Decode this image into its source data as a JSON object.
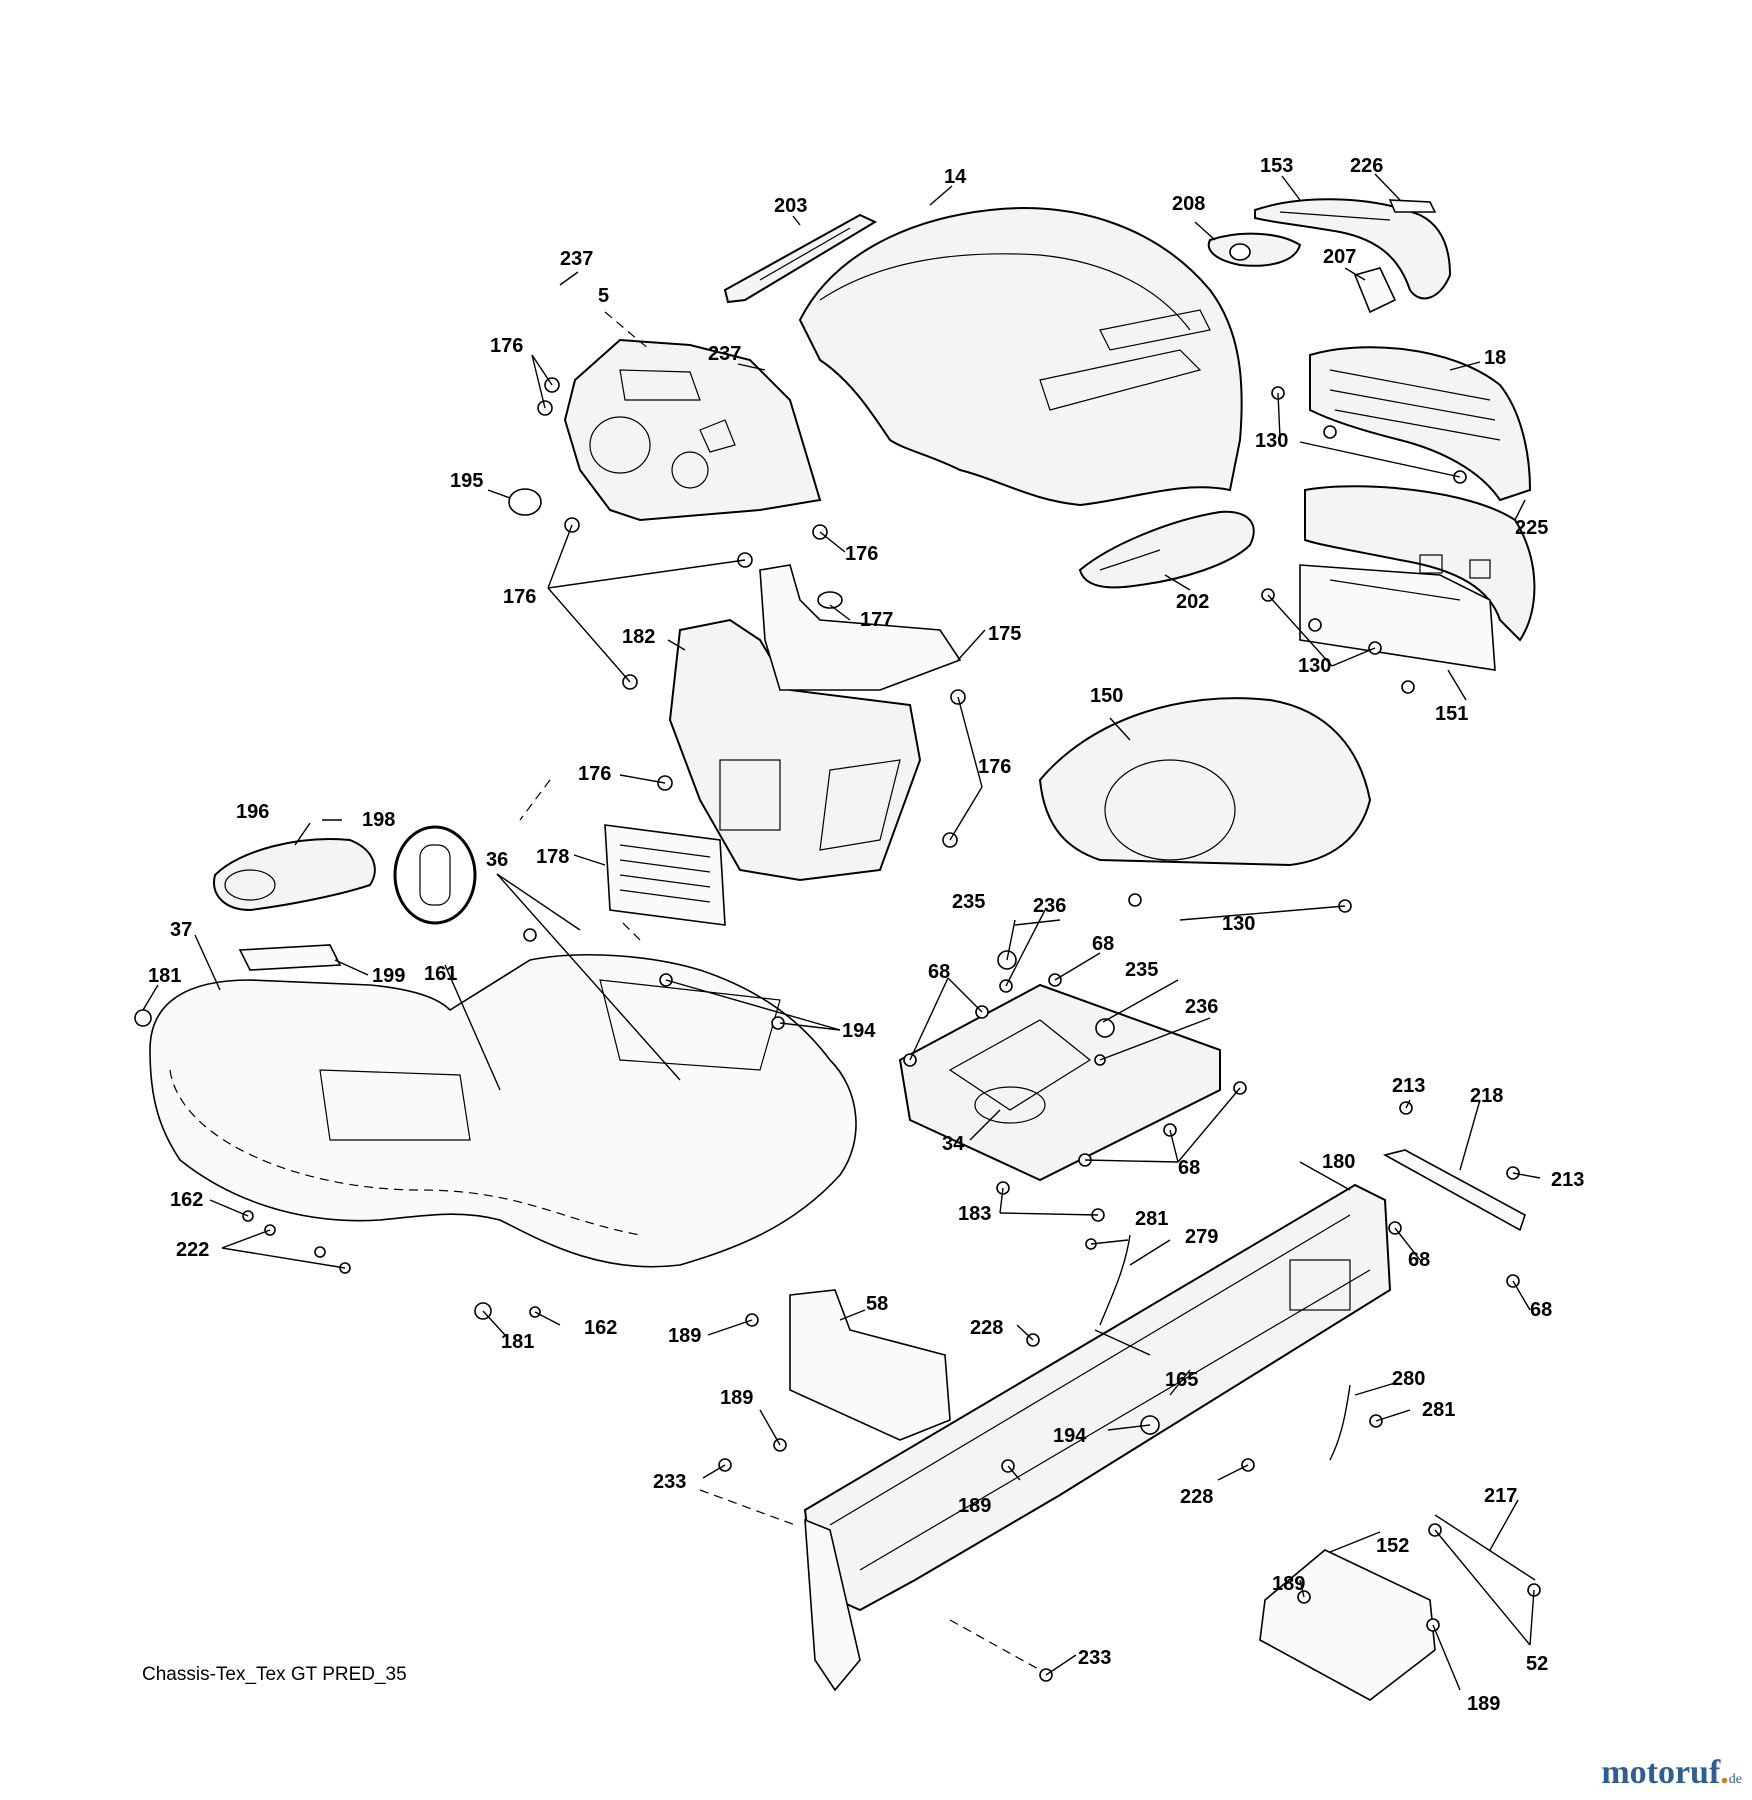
{
  "diagram": {
    "caption": "Chassis-Tex_Tex GT PRED_35",
    "watermark": {
      "main": "motoruf",
      "tld": "de"
    },
    "callouts": [
      {
        "id": "c14",
        "text": "14"
      },
      {
        "id": "c203",
        "text": "203"
      },
      {
        "id": "c153",
        "text": "153"
      },
      {
        "id": "c226",
        "text": "226"
      },
      {
        "id": "c208",
        "text": "208"
      },
      {
        "id": "c207",
        "text": "207"
      },
      {
        "id": "c237a",
        "text": "237"
      },
      {
        "id": "c5",
        "text": "5"
      },
      {
        "id": "c176a",
        "text": "176"
      },
      {
        "id": "c237b",
        "text": "237"
      },
      {
        "id": "c18",
        "text": "18"
      },
      {
        "id": "c130a",
        "text": "130"
      },
      {
        "id": "c195",
        "text": "195"
      },
      {
        "id": "c225",
        "text": "225"
      },
      {
        "id": "c176b",
        "text": "176"
      },
      {
        "id": "c176c",
        "text": "176"
      },
      {
        "id": "c202",
        "text": "202"
      },
      {
        "id": "c177",
        "text": "177"
      },
      {
        "id": "c182",
        "text": "182"
      },
      {
        "id": "c175",
        "text": "175"
      },
      {
        "id": "c130b",
        "text": "130"
      },
      {
        "id": "c151",
        "text": "151"
      },
      {
        "id": "c150",
        "text": "150"
      },
      {
        "id": "c176d",
        "text": "176"
      },
      {
        "id": "c176e",
        "text": "176"
      },
      {
        "id": "c196",
        "text": "196"
      },
      {
        "id": "c198",
        "text": "198"
      },
      {
        "id": "c36",
        "text": "36"
      },
      {
        "id": "c178",
        "text": "178"
      },
      {
        "id": "c235a",
        "text": "235"
      },
      {
        "id": "c236a",
        "text": "236"
      },
      {
        "id": "c130c",
        "text": "130"
      },
      {
        "id": "c37",
        "text": "37"
      },
      {
        "id": "c68a",
        "text": "68"
      },
      {
        "id": "c68b",
        "text": "68"
      },
      {
        "id": "c181a",
        "text": "181"
      },
      {
        "id": "c199",
        "text": "199"
      },
      {
        "id": "c161",
        "text": "161"
      },
      {
        "id": "c235b",
        "text": "235"
      },
      {
        "id": "c194a",
        "text": "194"
      },
      {
        "id": "c236b",
        "text": "236"
      },
      {
        "id": "c213a",
        "text": "213"
      },
      {
        "id": "c218",
        "text": "218"
      },
      {
        "id": "c34",
        "text": "34"
      },
      {
        "id": "c180",
        "text": "180"
      },
      {
        "id": "c68c",
        "text": "68"
      },
      {
        "id": "c213b",
        "text": "213"
      },
      {
        "id": "c162a",
        "text": "162"
      },
      {
        "id": "c183",
        "text": "183"
      },
      {
        "id": "c281a",
        "text": "281"
      },
      {
        "id": "c279",
        "text": "279"
      },
      {
        "id": "c222",
        "text": "222"
      },
      {
        "id": "c68d",
        "text": "68"
      },
      {
        "id": "c68e",
        "text": "68"
      },
      {
        "id": "c58",
        "text": "58"
      },
      {
        "id": "c189a",
        "text": "189"
      },
      {
        "id": "c228a",
        "text": "228"
      },
      {
        "id": "c181b",
        "text": "181"
      },
      {
        "id": "c162b",
        "text": "162"
      },
      {
        "id": "c165",
        "text": "165"
      },
      {
        "id": "c280",
        "text": "280"
      },
      {
        "id": "c281b",
        "text": "281"
      },
      {
        "id": "c189b",
        "text": "189"
      },
      {
        "id": "c194b",
        "text": "194"
      },
      {
        "id": "c233a",
        "text": "233"
      },
      {
        "id": "c228b",
        "text": "228"
      },
      {
        "id": "c217",
        "text": "217"
      },
      {
        "id": "c152",
        "text": "152"
      },
      {
        "id": "c189c",
        "text": "189"
      },
      {
        "id": "c189d",
        "text": "189"
      },
      {
        "id": "c52",
        "text": "52"
      },
      {
        "id": "c233b",
        "text": "233"
      },
      {
        "id": "c189e",
        "text": "189"
      }
    ]
  }
}
